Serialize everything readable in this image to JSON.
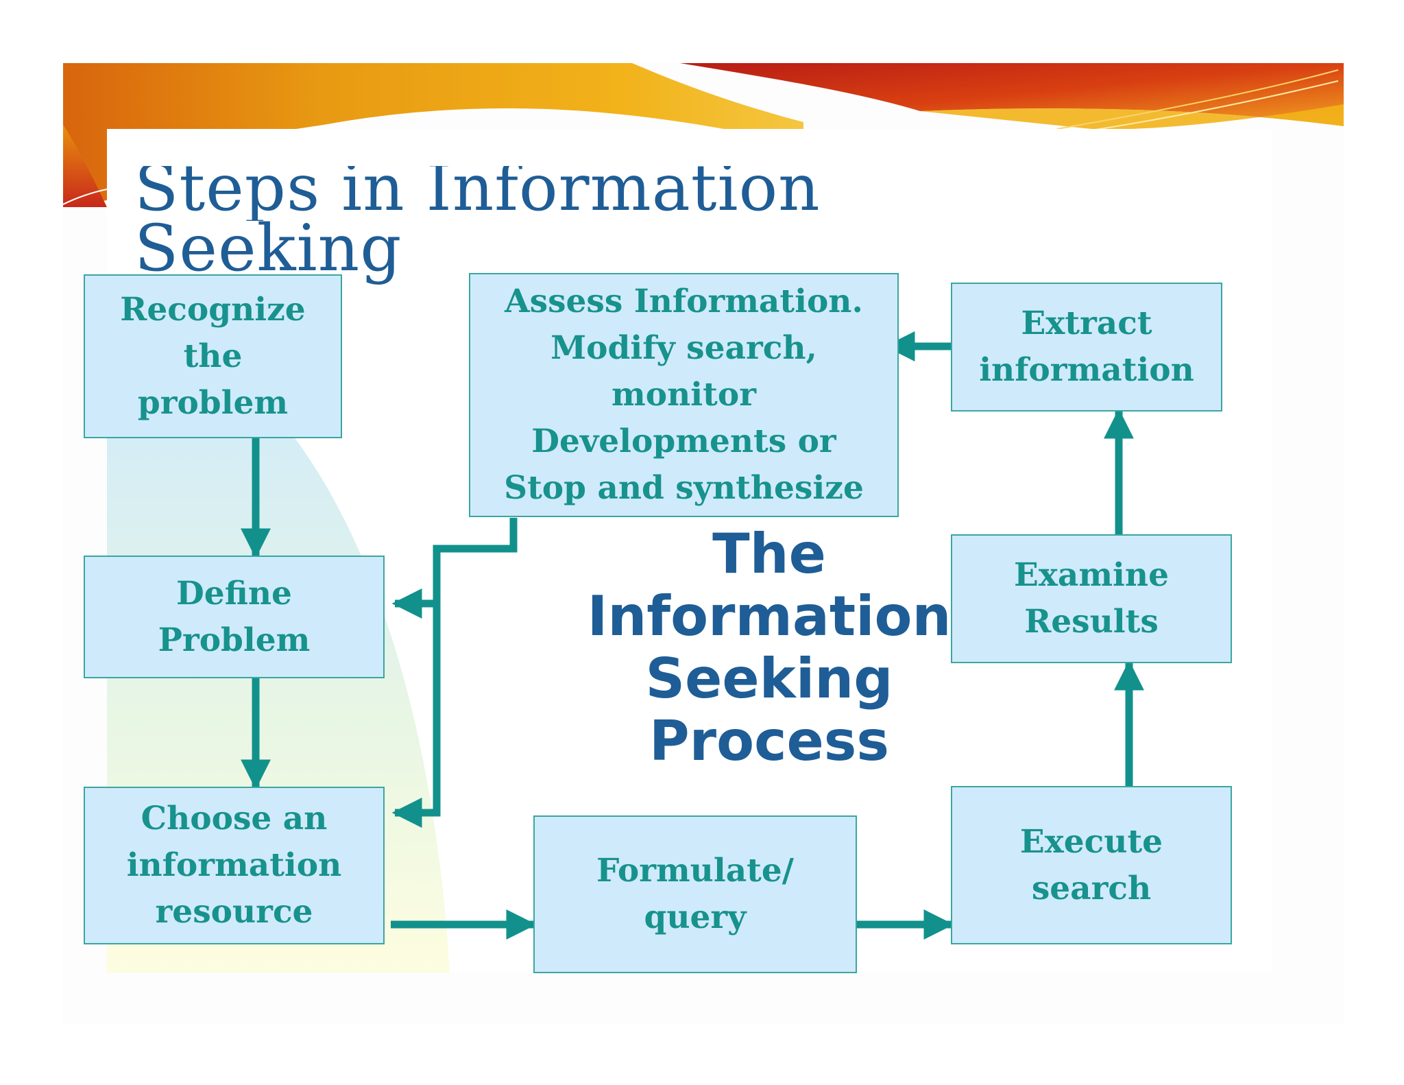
{
  "title": {
    "line1": "Steps in Information",
    "line2": "Seeking"
  },
  "center_label": [
    "The",
    "Information",
    "Seeking",
    "Process"
  ],
  "nodes": {
    "recognize": [
      "Recognize",
      "the",
      "problem"
    ],
    "define": [
      "Define",
      "Problem"
    ],
    "choose": [
      "Choose an",
      "information",
      "resource"
    ],
    "formulate": [
      "Formulate/",
      "query"
    ],
    "execute": [
      "Execute",
      "search"
    ],
    "examine": [
      "Examine",
      "Results"
    ],
    "extract": [
      "Extract",
      "information"
    ],
    "assess": [
      "Assess Information.",
      "Modify search,",
      "monitor",
      "Developments or",
      "Stop and synthesize"
    ]
  },
  "colors": {
    "node_fill": "#cfeafb",
    "node_border": "#3aa6a0",
    "node_text": "#17928c",
    "arrow": "#12918c",
    "title_text": "#1f5d96",
    "banner_orange": "#e07a10",
    "banner_red": "#c8281a"
  }
}
